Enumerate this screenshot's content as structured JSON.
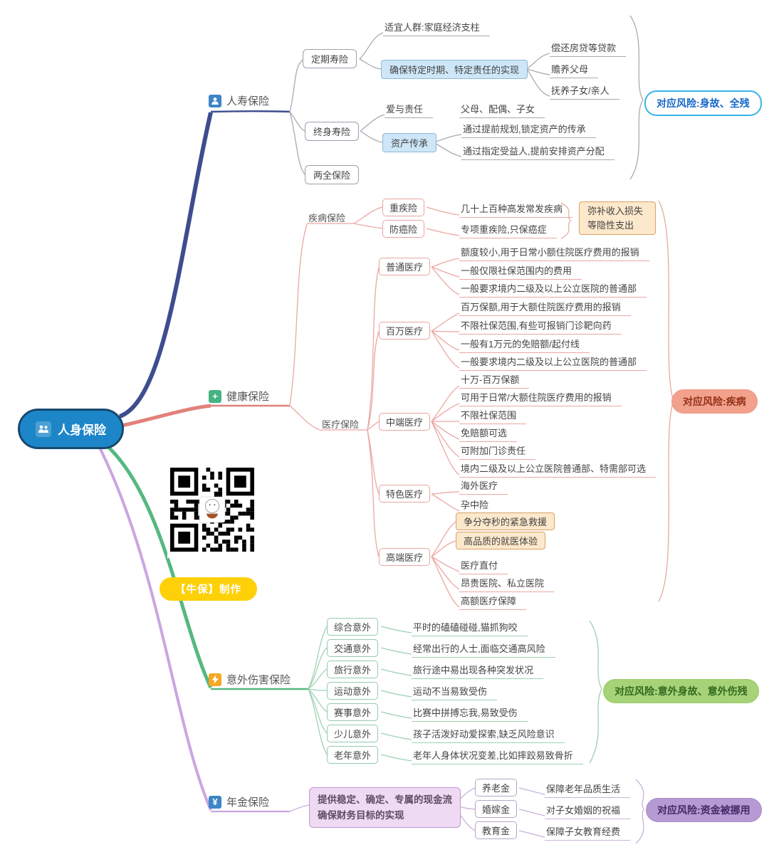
{
  "root": {
    "label": "人身保险"
  },
  "life": {
    "label": "人寿保险",
    "term": {
      "box": "定期寿险",
      "audience": "适宜人群:家庭经济支柱",
      "purpose": "确保特定时期、特定责任的实现",
      "items": [
        "偿还房贷等贷款",
        "赡养父母",
        "抚养子女/亲人"
      ]
    },
    "whole": {
      "box": "终身寿险",
      "love": "爱与责任",
      "love_targets": "父母、配偶、子女",
      "legacy": "资产传承",
      "legacy_items": [
        "通过提前规划,锁定资产的传承",
        "通过指定受益人,提前安排资产分配"
      ]
    },
    "endowment": "两全保险",
    "risk": "对应风险:身故、全残"
  },
  "health": {
    "label": "健康保险",
    "disease": {
      "label": "疾病保险",
      "critical_box": "重疾险",
      "cancer_box": "防癌险",
      "critical_desc": "几十上百种高发常发疾病",
      "cancer_desc": "专项重疾险,只保癌症",
      "note_line1": "弥补收入损失",
      "note_line2": "等隐性支出"
    },
    "medical": {
      "label": "医疗保险",
      "groups": [
        {
          "box": "普通医疗",
          "items": [
            "额度较小,用于日常小额住院医疗费用的报销",
            "一般仅限社保范围内的费用",
            "一般要求境内二级及以上公立医院的普通部"
          ]
        },
        {
          "box": "百万医疗",
          "items": [
            "百万保额,用于大额住院医疗费用的报销",
            "不限社保范围,有些可报销门诊靶向药",
            "一般有1万元的免赔额/起付线",
            "一般要求境内二级及以上公立医院的普通部"
          ]
        },
        {
          "box": "中端医疗",
          "items": [
            "十万-百万保额",
            "可用于日常/大额住院医疗费用的报销",
            "不限社保范围",
            "免赔额可选",
            "可附加门诊责任",
            "境内二级及以上公立医院普通部、特需部可选"
          ]
        },
        {
          "box": "特色医疗",
          "items": [
            "海外医疗",
            "孕中险"
          ]
        },
        {
          "box": "高端医疗",
          "highlights": [
            "争分夺秒的紧急救援",
            "高品质的就医体验"
          ],
          "items": [
            "医疗直付",
            "昂贵医院、私立医院",
            "高额医疗保障"
          ]
        }
      ]
    },
    "risk": "对应风险:疾病"
  },
  "accident": {
    "label": "意外伤害保险",
    "rows": [
      {
        "box": "综合意外",
        "desc": "平时的磕磕碰碰,猫抓狗咬"
      },
      {
        "box": "交通意外",
        "desc": "经常出行的人士,面临交通高风险"
      },
      {
        "box": "旅行意外",
        "desc": "旅行途中易出现各种突发状况"
      },
      {
        "box": "运动意外",
        "desc": "运动不当易致受伤"
      },
      {
        "box": "赛事意外",
        "desc": "比赛中拼搏忘我,易致受伤"
      },
      {
        "box": "少儿意外",
        "desc": "孩子活泼好动爱探索,缺乏风险意识"
      },
      {
        "box": "老年意外",
        "desc": "老年人身体状况变差,比如摔跤易致骨折"
      }
    ],
    "risk": "对应风险:意外身故、意外伤残"
  },
  "annuity": {
    "label": "年金保险",
    "icon_glyph": "¥",
    "purpose_line1": "提供稳定、确定、专属的现金流",
    "purpose_line2": "确保财务目标的实现",
    "rows": [
      {
        "box": "养老金",
        "desc": "保障老年品质生活"
      },
      {
        "box": "婚嫁金",
        "desc": "对子女婚姻的祝福"
      },
      {
        "box": "教育金",
        "desc": "保障子女教育经费"
      }
    ],
    "risk": "对应风险:资金被挪用"
  },
  "maker": {
    "label": "【牛保】制作"
  },
  "icons": {
    "health_plus": "+"
  },
  "colors": {
    "root_fill": "#1d86c8",
    "root_border": "#17496f",
    "life_branch": "#3d4d8e",
    "life_lines": "#a9aab2",
    "life_pill_border": "#35b5e5",
    "life_pill_text": "#1467c8",
    "health_branch": "#e2817a",
    "health_lines": "#eba8a2",
    "health_pill_fill": "#f2a18c",
    "accident_branch": "#56b881",
    "accident_lines": "#9fd1b2",
    "accident_pill_fill": "#a6d377",
    "annuity_branch": "#c9a6e0",
    "annuity_lines": "#c9b3d9",
    "annuity_pill_fill": "#b69ad3",
    "highlight_blue": "#cde7f8",
    "highlight_orange": "#fce8cb",
    "badge_yellow": "#fdd008",
    "purple_box": "#eedaf3"
  }
}
